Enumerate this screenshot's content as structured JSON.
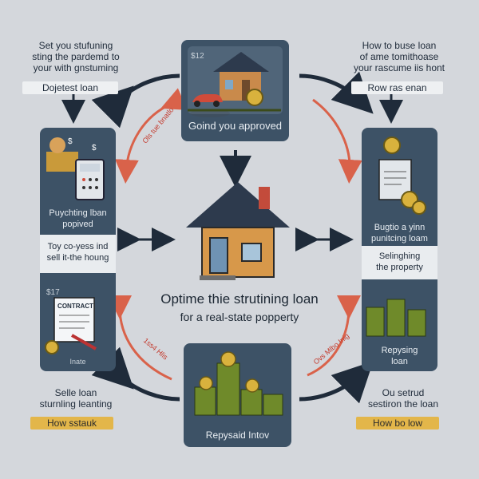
{
  "top_left": {
    "lines": [
      "Set you stufuning",
      "sting the pardemd to",
      "your with gnstuming"
    ],
    "label": "Dojetest loan"
  },
  "top_right": {
    "lines": [
      "How to buse loan",
      "of ame tomithoase",
      "your rascume iis hont"
    ],
    "label": "Row ras enan"
  },
  "top_card": {
    "price": "$12",
    "label": "Goind you approved"
  },
  "left_card": {
    "title_lines": [
      "Puychting lban",
      "popived"
    ],
    "band_lines": [
      "Toy co-yess ind",
      "sell it-the houng"
    ],
    "contract": "CONTRACT",
    "price": "$17",
    "small": "Inate"
  },
  "right_card": {
    "title_lines": [
      "Bugtio a yinn",
      "punitcing loam"
    ],
    "band_lines": [
      "Selinghing",
      "the property"
    ],
    "bottom_lines": [
      "Repysing",
      "loan"
    ]
  },
  "bottom_card": {
    "label": "Repysaid Intov"
  },
  "bottom_left": {
    "lines": [
      "Selle loan",
      "sturnling leanting"
    ],
    "label": "How sstauk"
  },
  "bottom_right": {
    "lines": [
      "Ou setrud",
      "sestiron the loan"
    ],
    "label": "How bo low"
  },
  "center": {
    "lines": [
      "Optime thie strutining  loan",
      "for a real-state popperty"
    ]
  },
  "arrow_labels": {
    "top_left": "Ols tue bnatlo",
    "bottom_left": "1ss4 Hlis",
    "bottom_right": "Ovs Mlbo Inig"
  },
  "colors": {
    "background": "#d4d7dc",
    "card": "#3d5266",
    "gold": "#e3b64a",
    "arrow_red": "#d9624a",
    "navy": "#1f2b3a"
  }
}
